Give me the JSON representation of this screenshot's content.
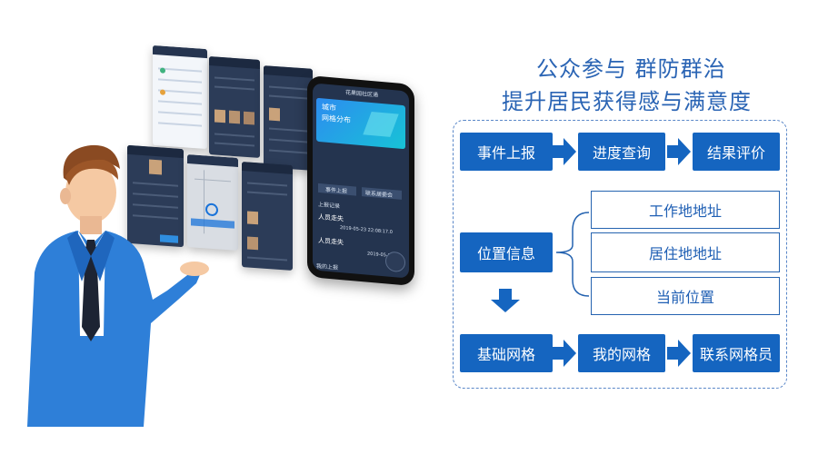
{
  "titles": {
    "line1": "公众参与 群防群治",
    "line2": "提升居民获得感与满意度"
  },
  "flow": {
    "row1": [
      "事件上报",
      "进度查询",
      "结果评价"
    ],
    "location_label": "位置信息",
    "addresses": [
      "工作地地址",
      "居住地地址",
      "当前位置"
    ],
    "row3": [
      "基础网格",
      "我的网格",
      "联系网格员"
    ]
  },
  "phone": {
    "header": "花果园社区通",
    "banner_line1": "城市",
    "banner_line2": "网格分布",
    "tab1": "事件上报",
    "tab2": "联系居委会",
    "section_title": "上报记录",
    "record1_title": "人员走失",
    "record1_date": "2019-05-23 22:08:17.0",
    "record2_title": "人员走失",
    "record2_date": "2019-05-23",
    "footer": "我的上报"
  },
  "colors": {
    "accent": "#1565c0",
    "title": "#2a64b4",
    "frame": "#5a87c8"
  }
}
